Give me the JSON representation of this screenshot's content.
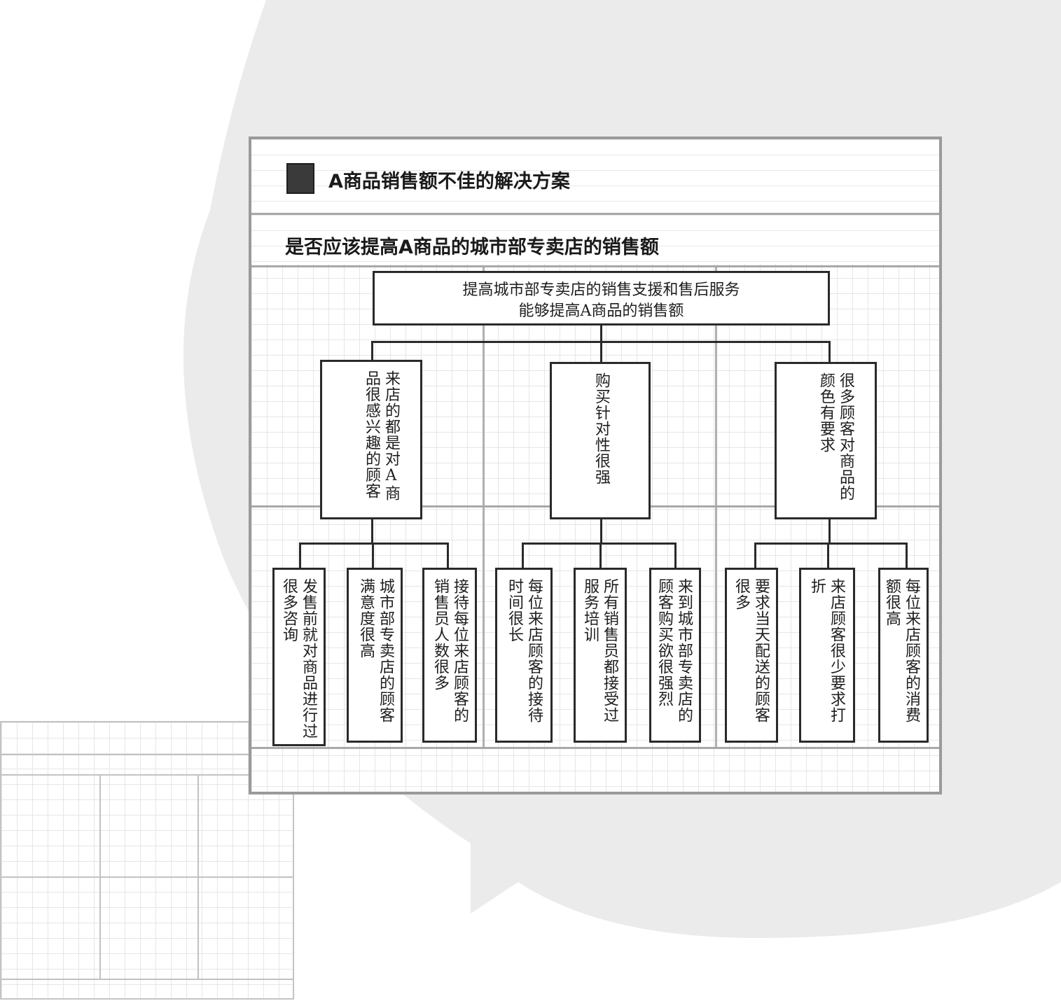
{
  "header": {
    "title": "A商品销售额不佳的解决方案",
    "subtitle": "是否应该提高A商品的城市部专卖店的销售额"
  },
  "tree": {
    "root": {
      "line1": "提高城市部专卖店的销售支援和售后服务",
      "line2": "能够提高A商品的销售额"
    },
    "branches": [
      {
        "label": "来店的都是对A商品很感兴趣的顾客",
        "leaves": [
          "发售前就对商品进行过很多咨询",
          "城市部专卖店的顾客满意度很高",
          "接待每位来店顾客的销售员人数很多"
        ]
      },
      {
        "label": "购买针对性很强",
        "leaves": [
          "每位来店顾客的接待时间很长",
          "所有销售员都接受过服务培训",
          "来到城市部专卖店的顾客购买欲很强烈"
        ]
      },
      {
        "label": "很多顾客对商品的颜色有要求",
        "leaves": [
          "要求当天配送的顾客很多",
          "来店顾客很少要求打折",
          "每位来店顾客的消费额很高"
        ]
      }
    ]
  },
  "colors": {
    "background_bubble": "#ebebeb",
    "card_border": "#9a9a9a",
    "ink": "#1e1e1e"
  }
}
